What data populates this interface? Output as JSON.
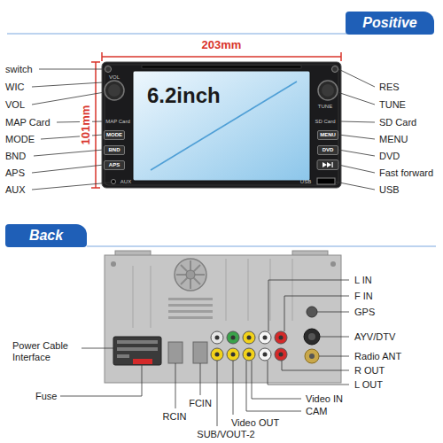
{
  "diagram": {
    "nodes": [
      {
        "text": [
          "Positive"
        ]
      },
      {
        "text": [
          "6.2inch"
        ]
      },
      {
        "text": [
          "MODE"
        ]
      },
      {
        "text": [
          "BND"
        ]
      },
      {
        "text": [
          "APS"
        ]
      },
      {
        "text": [
          "MENU"
        ]
      },
      {
        "text": [
          "DVD"
        ]
      },
      {
        "text": [
          "Back"
        ]
      }
    ],
    "labels": [
      "203mm",
      "101mm",
      "switch",
      "WIC",
      "VOL",
      "MAP Card",
      "MODE",
      "BND",
      "APS",
      "AUX",
      "RES",
      "TUNE",
      "SD Card",
      "MENU",
      "DVD",
      "Fast forward",
      "USB",
      "L IN",
      "F IN",
      "GPS",
      "AYV/DTV",
      "Radio ANT",
      "R OUT",
      "L OUT",
      "Video IN",
      "CAM",
      "Video OUT",
      "SUB/VOUT-2",
      "RCIN",
      "FCIN",
      "Power Cable Interface",
      "Fuse",
      "VOL",
      "MAP Card",
      "TUNE",
      "SD Card",
      "AUX",
      "USB"
    ]
  }
}
